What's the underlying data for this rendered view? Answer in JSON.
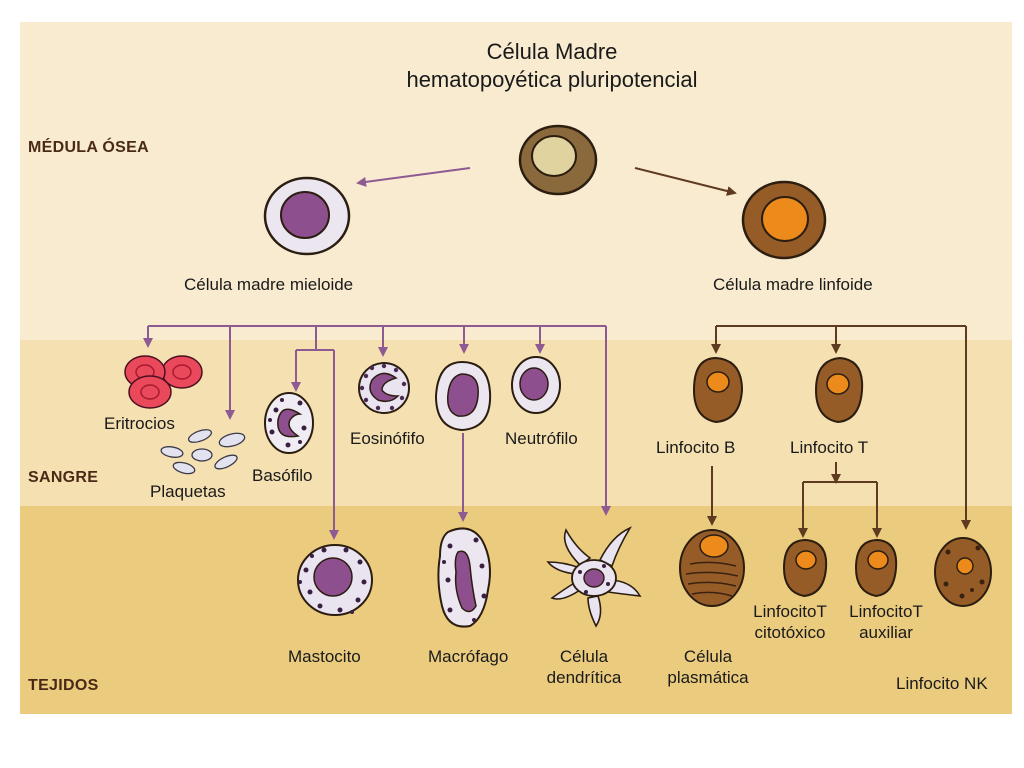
{
  "title_line1": "Célula Madre",
  "title_line2": "hematopoyética pluripotencial",
  "zones": {
    "bone_marrow": "MÉDULA ÓSEA",
    "blood": "SANGRE",
    "tissues": "TEJIDOS"
  },
  "cells": {
    "myeloid_stem": "Célula madre mieloide",
    "lymphoid_stem": "Célula madre linfoide",
    "erythrocytes": "Eritrocios",
    "platelets": "Plaquetas",
    "basophil": "Basófilo",
    "eosinophil": "Eosinófifo",
    "neutrophil": "Neutrófilo",
    "b_lymphocyte": "Linfocito B",
    "t_lymphocyte": "Linfocito T",
    "mast_cell": "Mastocito",
    "macrophage": "Macrófago",
    "dendritic_l1": "Célula",
    "dendritic_l2": "dendrítica",
    "plasma_l1": "Célula",
    "plasma_l2": "plasmática",
    "cytotoxic_l1": "LinfocitoT",
    "cytotoxic_l2": "citotóxico",
    "helper_l1": "LinfocitoT",
    "helper_l2": "auxiliar",
    "nk": "Linfocito NK"
  },
  "colors": {
    "marrow_bg": "#f8ebcf",
    "blood_bg": "#f4e0b0",
    "tissue_bg": "#ebcc7f",
    "myeloid_arrow": "#8e5a92",
    "lymphoid_arrow": "#5e3a1e",
    "myeloid_nucleus": "#8e4f8e",
    "lymphoid_cell": "#955c27",
    "lymphoid_nucleus": "#ec8a1c",
    "erythrocyte": "#e9495b"
  }
}
